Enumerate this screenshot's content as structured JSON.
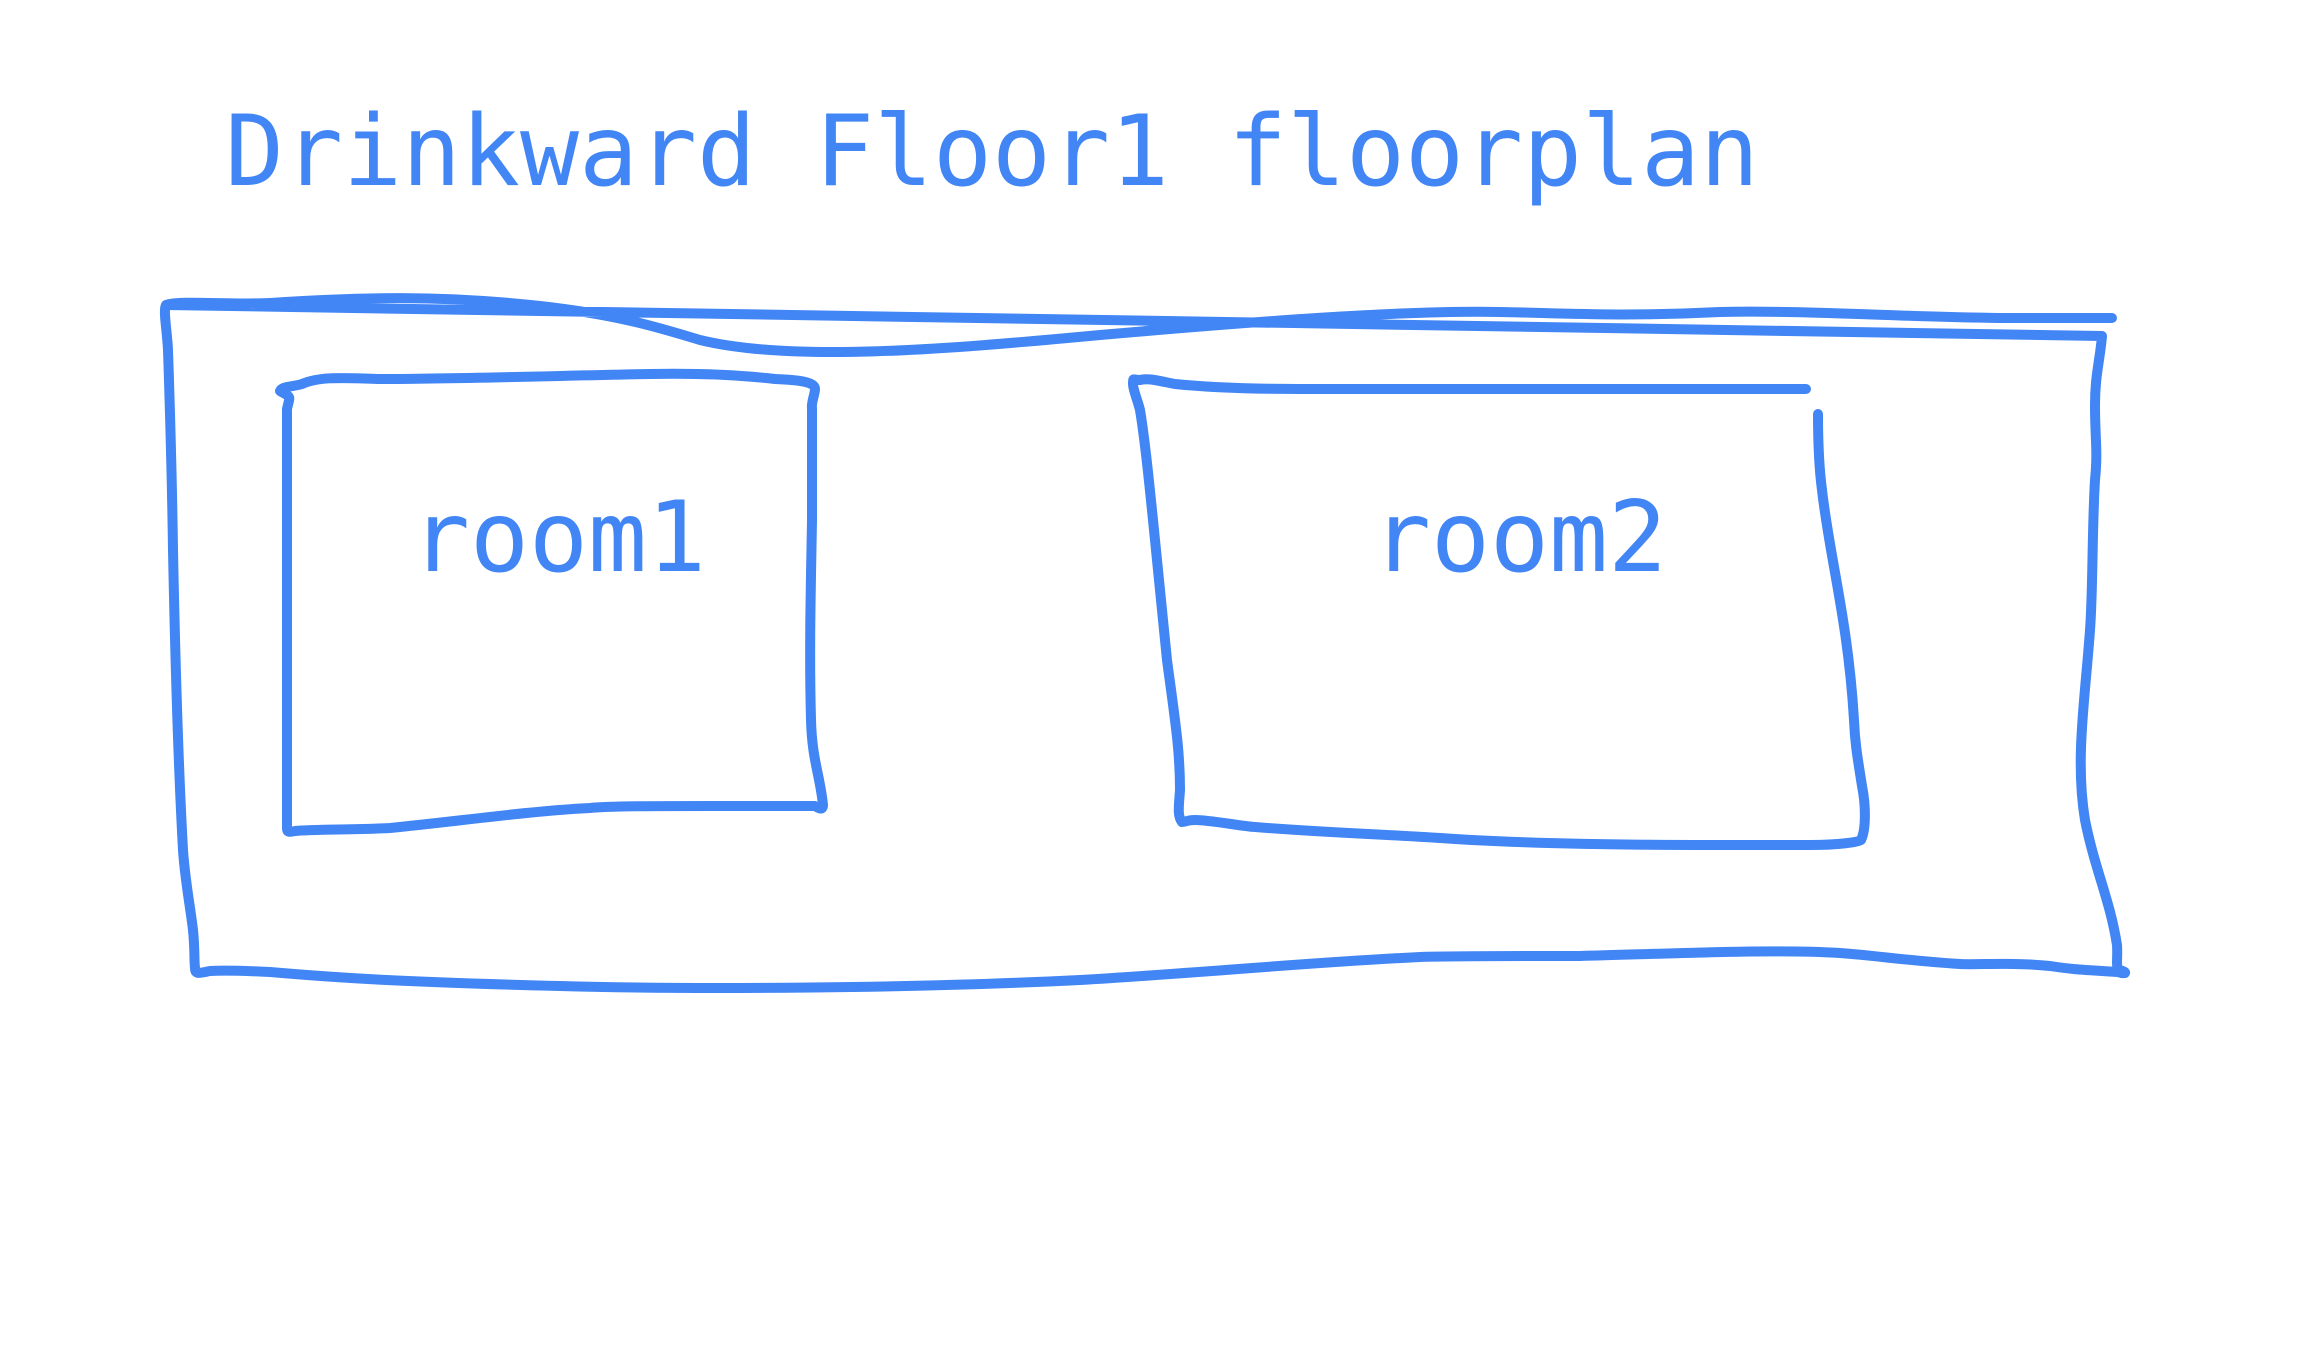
{
  "title": "Drinkward Floor1 floorplan",
  "rooms": [
    {
      "label": "room1"
    },
    {
      "label": "room2"
    }
  ],
  "colors": {
    "ink": "#4285f4",
    "background": "#ffffff"
  }
}
